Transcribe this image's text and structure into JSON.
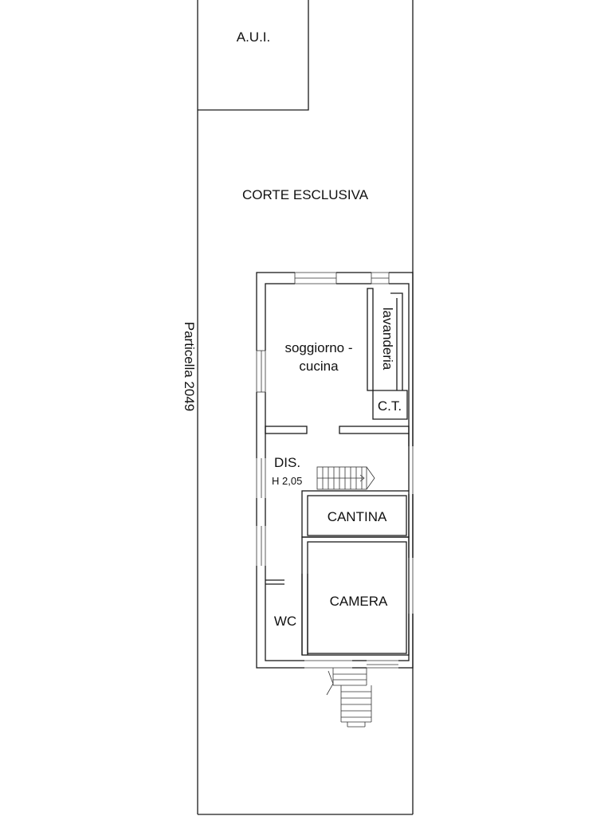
{
  "labels": {
    "aui": "A.U.I.",
    "corte": "CORTE ESCLUSIVA",
    "soggiorno_line1": "soggiorno -",
    "soggiorno_line2": "cucina",
    "lavanderia": "lavanderia",
    "ct": "C.T.",
    "dis": "DIS.",
    "height": "H 2,05",
    "cantina": "CANTINA",
    "camera": "CAMERA",
    "wc": "WC",
    "particella": "Particella 2049"
  },
  "colors": {
    "line": "#1a1a1a",
    "text": "#111111",
    "background": "#ffffff"
  }
}
